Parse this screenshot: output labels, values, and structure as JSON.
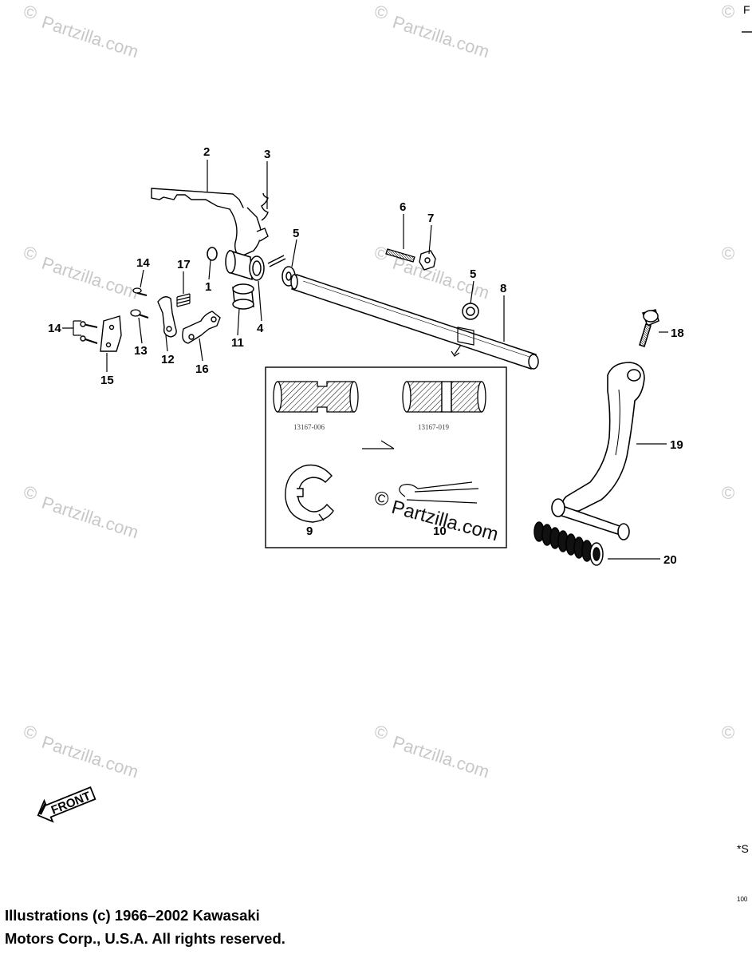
{
  "watermark_text": "Partzilla.com",
  "watermark_symbol": "©",
  "inset_watermark_text": "Partzilla.com",
  "part_labels": [
    "2",
    "3",
    "5",
    "6",
    "7",
    "5",
    "8",
    "14",
    "17",
    "1",
    "11",
    "4",
    "14",
    "13",
    "12",
    "16",
    "15",
    "18",
    "19",
    "20",
    "9",
    "10"
  ],
  "inset_codes": [
    "13167-006",
    "13167-019"
  ],
  "front_label": "FRONT",
  "copyright": {
    "line1": "Illustrations (c) 1966–2002 Kawasaki",
    "line2": "Motors Corp., U.S.A.  All rights reserved."
  },
  "edge_text": {
    "top_right": "F",
    "right_star": "*S",
    "right_num": "100"
  }
}
